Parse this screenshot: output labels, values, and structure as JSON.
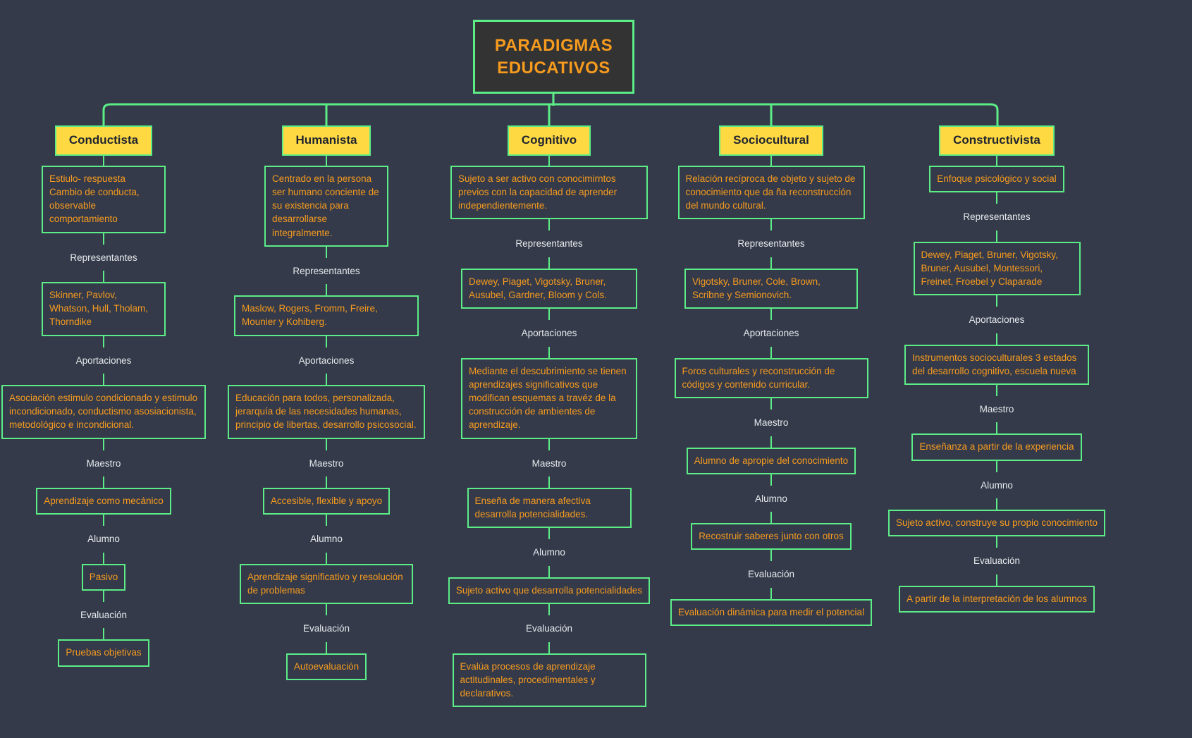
{
  "theme": {
    "background": "#343a4a",
    "line": "#5ced87",
    "root_fill": "#333333",
    "root_text": "#f79b1e",
    "branch_fill": "#ffd942",
    "branch_text": "#1f2430",
    "card_text": "#f79b1e",
    "label_text": "#e8eaed"
  },
  "root": {
    "title": "PARADIGMAS EDUCATIVOS",
    "line1": "PARADIGMAS",
    "line2": "EDUCATIVOS"
  },
  "labels": {
    "representantes": "Representantes",
    "aportaciones": "Aportaciones",
    "maestro": "Maestro",
    "alumno": "Alumno",
    "evaluacion": "Evaluación"
  },
  "branches": [
    {
      "title": "Conductista",
      "definition": "Estiulo- respuesta Cambio de conducta, observable comportamiento",
      "representantes": "Skinner, Pavlov, Whatson, Hull, Tholam, Thorndike",
      "aportaciones": "Asociación estimulo condicionado y estimulo incondicionado, conductismo asosiacionista, metodológico e incondicional.",
      "maestro": "Aprendizaje como mecánico",
      "alumno": "Pasivo",
      "evaluacion": "Pruebas objetivas"
    },
    {
      "title": "Humanista",
      "definition": "Centrado en la persona ser humano conciente de su existencia para desarrollarse integralmente.",
      "representantes": "Maslow, Rogers,  Fromm, Freire, Mounier y Kohiberg.",
      "aportaciones": "Educación para todos, personalizada, jerarquía de las necesidades humanas,  principio de libertas, desarrollo psicosocial.",
      "maestro": "Accesible, flexible y apoyo",
      "alumno": "Aprendizaje significativo y resolución de problemas",
      "evaluacion": "Autoevaluación"
    },
    {
      "title": "Cognitivo",
      "definition": "Sujeto a ser activo con conocimirntos previos con la capacidad de aprender independientemente.",
      "representantes": "Dewey, Piaget, Vigotsky, Bruner, Ausubel, Gardner, Bloom y Cols.",
      "aportaciones": "Mediante el descubrimiento se tienen aprendizajes significativos que modifican esquemas a travéz de la construcción de ambientes de aprendizaje.",
      "maestro": "Enseña de manera afectiva desarrolla potencialidades.",
      "alumno": "Sujeto activo que desarrolla potencialidades",
      "evaluacion": "Evalúa procesos de aprendizaje actitudinales, procedimentales y declarativos."
    },
    {
      "title": "Sociocultural",
      "definition": "Relación recíproca de objeto y sujeto de conocimiento que da ña reconstrucción del mundo cultural.",
      "representantes": "Vigotsky, Bruner, Cole, Brown, Scribne y Semionovich.",
      "aportaciones": "Foros culturales y reconstrucción de códigos y contenido curricular.",
      "maestro": "Alumno de apropie del conocimiento",
      "alumno": "Recostruir saberes junto con otros",
      "evaluacion": "Evaluación dinámica para medir el potencial"
    },
    {
      "title": "Constructivista",
      "definition": "Enfoque psicológico y social",
      "representantes": "Dewey, Piaget, Bruner, Vigotsky, Bruner, Ausubel, Montessori, Freinet, Froebel y Claparade",
      "aportaciones": "Instrumentos socioculturales 3 estados del desarrollo cognitivo, escuela nueva",
      "maestro": "Enseñanza a partir de la experiencia",
      "alumno": "Sujeto activo, construye su propio conocimiento",
      "evaluacion": "A partir de la interpretación de los alumnos"
    }
  ]
}
